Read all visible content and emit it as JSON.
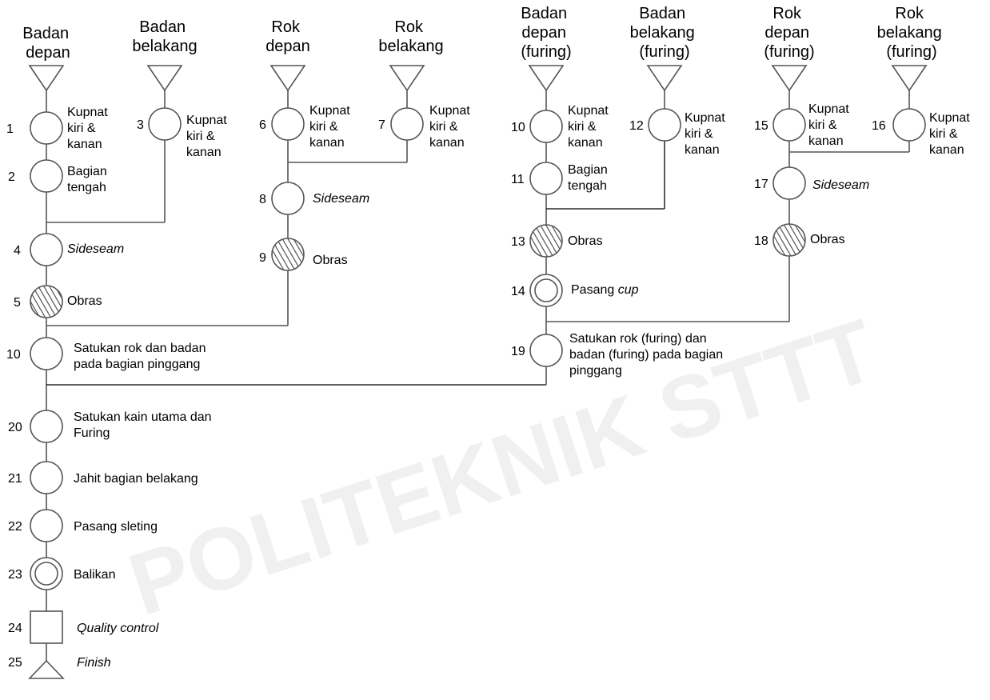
{
  "watermark": "POLITEKNIK STTT",
  "headers": [
    [
      "Badan",
      "depan"
    ],
    [
      "Badan",
      "belakang"
    ],
    [
      "Rok",
      "depan"
    ],
    [
      "Rok",
      "belakang"
    ],
    [
      "Badan",
      "depan",
      "(furing)"
    ],
    [
      "Badan",
      "belakang",
      "(furing)"
    ],
    [
      "Rok",
      "depan",
      "(furing)"
    ],
    [
      "Rok",
      "belakang",
      "(furing)"
    ]
  ],
  "steps": [
    {
      "num": "1",
      "label": [
        "Kupnat",
        "kiri &",
        "kanan"
      ]
    },
    {
      "num": "3",
      "label": [
        "Kupnat",
        "kiri &",
        "kanan"
      ]
    },
    {
      "num": "2",
      "label": [
        "Bagian",
        "tengah"
      ]
    },
    {
      "num": "4",
      "label": [
        "Sideseam"
      ]
    },
    {
      "num": "5",
      "label": [
        "Obras"
      ]
    },
    {
      "num": "6",
      "label": [
        "Kupnat",
        "kiri &",
        "kanan"
      ]
    },
    {
      "num": "7",
      "label": [
        "Kupnat",
        "kiri &",
        "kanan"
      ]
    },
    {
      "num": "8",
      "label": [
        "Sideseam"
      ]
    },
    {
      "num": "9",
      "label": [
        "Obras"
      ]
    },
    {
      "num": "10",
      "label": [
        "Satukan rok dan badan",
        "pada bagian pinggang"
      ]
    },
    {
      "num": "10",
      "label": [
        "Kupnat",
        "kiri &",
        "kanan"
      ]
    },
    {
      "num": "12",
      "label": [
        "Kupnat",
        "kiri &",
        "kanan"
      ]
    },
    {
      "num": "11",
      "label": [
        "Bagian",
        "tengah"
      ]
    },
    {
      "num": "13",
      "label": [
        "Obras"
      ]
    },
    {
      "num": "14",
      "label": [
        "Pasang ",
        "cup"
      ]
    },
    {
      "num": "15",
      "label": [
        "Kupnat",
        "kiri &",
        "kanan"
      ]
    },
    {
      "num": "16",
      "label": [
        "Kupnat",
        "kiri &",
        "kanan"
      ]
    },
    {
      "num": "17",
      "label": [
        "Sideseam"
      ]
    },
    {
      "num": "18",
      "label": [
        "Obras"
      ]
    },
    {
      "num": "19",
      "label": [
        "Satukan rok (furing) dan",
        "badan (furing) pada bagian",
        "pinggang"
      ]
    },
    {
      "num": "20",
      "label": [
        "Satukan kain utama dan",
        "Furing"
      ]
    },
    {
      "num": "21",
      "label": [
        "Jahit bagian belakang"
      ]
    },
    {
      "num": "22",
      "label": [
        "Pasang sleting"
      ]
    },
    {
      "num": "23",
      "label": [
        "Balikan"
      ]
    },
    {
      "num": "24",
      "label": [
        "Quality control"
      ]
    },
    {
      "num": "25",
      "label": [
        "Finish"
      ]
    }
  ]
}
